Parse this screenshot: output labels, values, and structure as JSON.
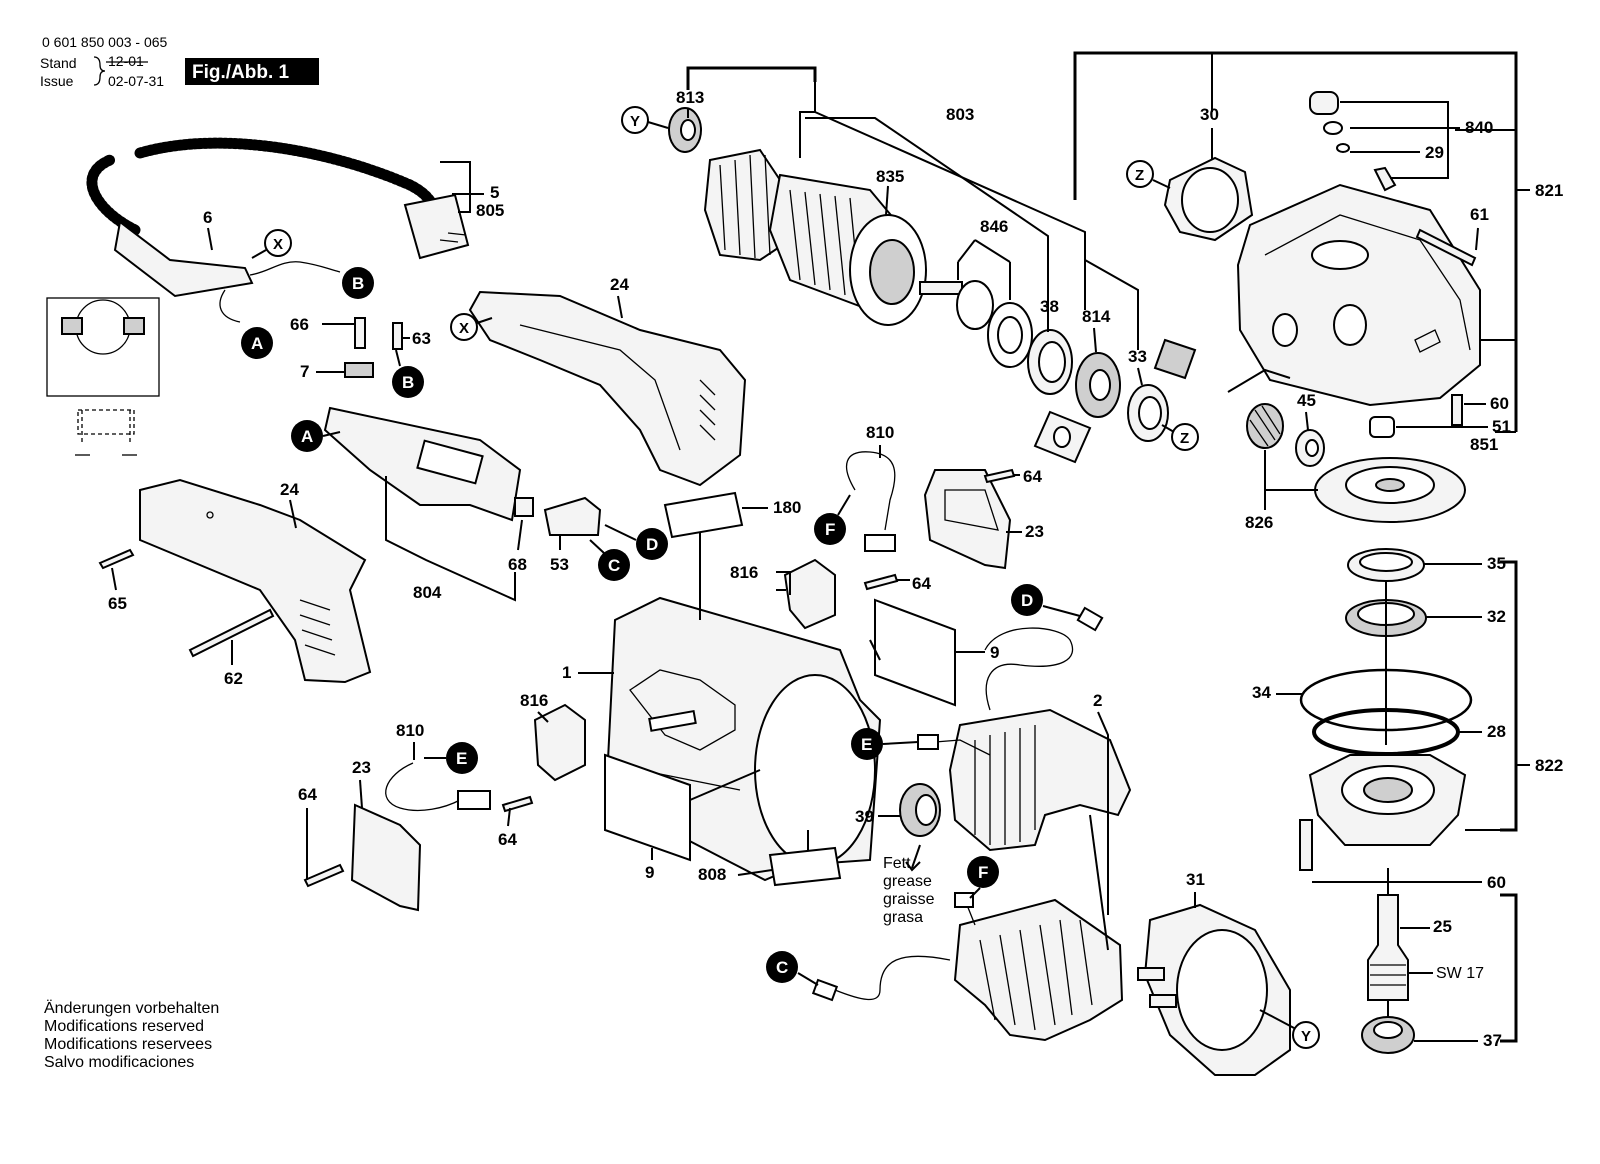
{
  "header": {
    "doc_number": "0 601 850 003 - 065",
    "stand_label": "Stand",
    "issue_label": "Issue",
    "stand_value": "12-01",
    "issue_value": "02-07-31",
    "fig_label": "Fig./Abb. 1"
  },
  "footer": {
    "notes": [
      "Änderungen vorbehalten",
      "Modifications reserved",
      "Modifications reservees",
      "Salvo modificaciones"
    ]
  },
  "grease_note": [
    "Fett",
    "grease",
    "graisse",
    "grasa"
  ],
  "wrench_note": "SW 17",
  "part_labels": {
    "p813": "813",
    "p803": "803",
    "p835": "835",
    "p846": "846",
    "p38": "38",
    "p814": "814",
    "p33": "33",
    "p30": "30",
    "p840": "840",
    "p29": "29",
    "p821": "821",
    "p61": "61",
    "p60a": "60",
    "p51": "51",
    "p851": "851",
    "p45": "45",
    "p826": "826",
    "p35": "35",
    "p32": "32",
    "p34": "34",
    "p28": "28",
    "p822": "822",
    "p60b": "60",
    "p25": "25",
    "p37": "37",
    "p31": "31",
    "p2": "2",
    "p9a": "9",
    "p9b": "9",
    "p1": "1",
    "p808": "808",
    "p39": "39",
    "p64a": "64",
    "p64b": "64",
    "p64c": "64",
    "p64d": "64",
    "p23a": "23",
    "p23b": "23",
    "p810a": "810",
    "p810b": "810",
    "p816a": "816",
    "p816b": "816",
    "p180": "180",
    "p24a": "24",
    "p24b": "24",
    "p6": "6",
    "p5": "5",
    "p805": "805",
    "p66": "66",
    "p63": "63",
    "p7": "7",
    "p68": "68",
    "p53": "53",
    "p804": "804",
    "p65": "65",
    "p62": "62"
  },
  "connectors": {
    "A": "A",
    "B": "B",
    "C": "C",
    "D": "D",
    "E": "E",
    "F": "F",
    "X": "X",
    "Y": "Y",
    "Z": "Z"
  }
}
